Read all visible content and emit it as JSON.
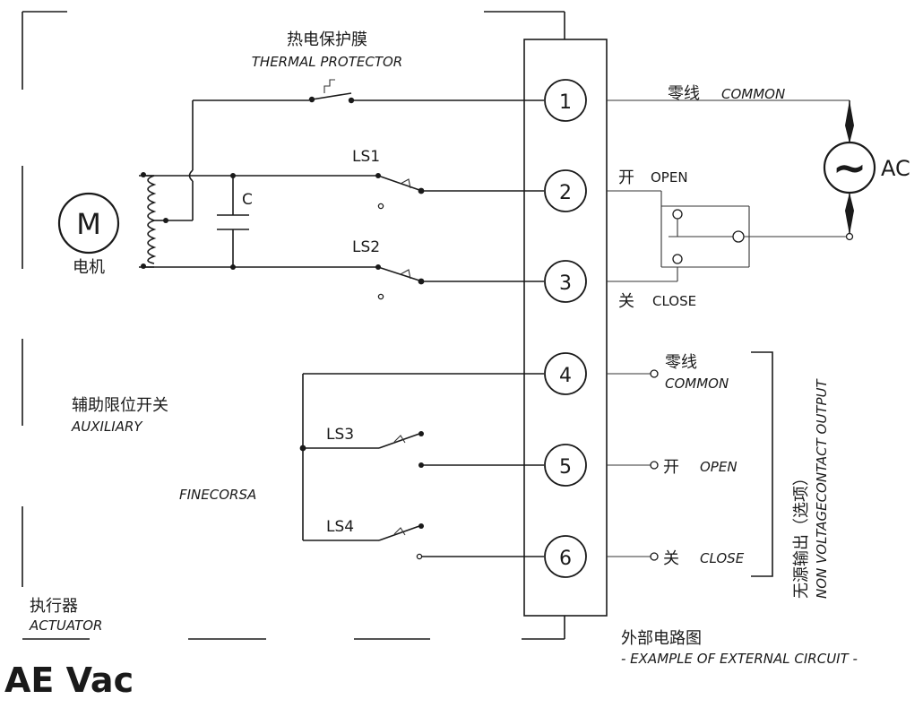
{
  "labels": {
    "thermal_cn": "热电保护膜",
    "thermal_en": "THERMAL PROTECTOR",
    "motor_symbol": "M",
    "motor_cn": "电机",
    "capacitor": "C",
    "ls1": "LS1",
    "ls2": "LS2",
    "ls3": "LS3",
    "ls4": "LS4",
    "aux_cn": "辅助限位开关",
    "aux_en": "AUXILIARY",
    "finecorsa": "FINECORSA",
    "actuator_cn": "执行器",
    "actuator_en": "ACTUATOR",
    "common_cn_top": "零线",
    "common_en_top": "COMMON",
    "ac": "AC",
    "open_cn_top": "开",
    "open_en_top": "OPEN",
    "close_cn_top": "关",
    "close_en_top": "CLOSE",
    "common_cn_out": "零线",
    "common_en_out": "COMMON",
    "open_cn_out": "开",
    "open_en_out": "OPEN",
    "close_cn_out": "关",
    "close_en_out": "CLOSE",
    "nvc_cn": "无源输出（选项）",
    "nvc_en": "NON VOLTAGECONTACT OUTPUT",
    "external_cn": "外部电路图",
    "external_en": "- EXAMPLE OF EXTERNAL CIRCUIT -",
    "brand": "AE Vac",
    "ac_symbol": "~"
  },
  "terminals": [
    "1",
    "2",
    "3",
    "4",
    "5",
    "6"
  ],
  "colors": {
    "ink": "#1a1a1a",
    "background": "#ffffff"
  }
}
